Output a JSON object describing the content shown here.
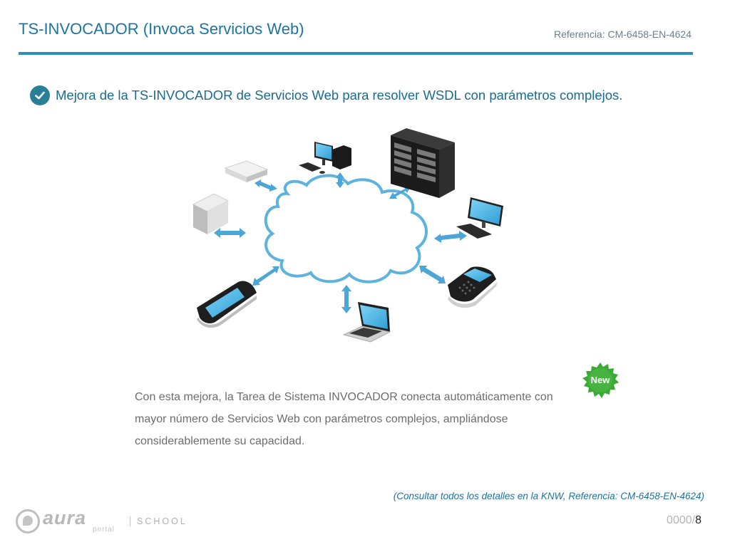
{
  "header": {
    "title": "TS-INVOCADOR (Invoca Servicios Web)",
    "reference": "Referencia: CM-6458-EN-4624"
  },
  "bullet": {
    "icon": "check-circle-icon",
    "text": "Mejora de la TS-INVOCADOR de Servicios Web para resolver WSDL con parámetros complejos."
  },
  "diagram": {
    "center": "cloud",
    "devices": [
      "router",
      "desktop-computer",
      "server-rack",
      "monitor-keyboard",
      "nas-box",
      "smartphone",
      "laptop",
      "blackberry-phone"
    ]
  },
  "badge": {
    "text": "New"
  },
  "body": {
    "lines": [
      "Con esta mejora, la Tarea de Sistema INVOCADOR conecta automáticamente con",
      "mayor número de Servicios Web con parámetros complejos, ampliándose",
      "considerablemente su capacidad."
    ]
  },
  "footer": {
    "knw_note": "(Consultar todos los detalles en la KNW, Referencia: CM-6458-EN-4624)",
    "logo_name": "aura",
    "logo_sub": "portal",
    "logo_school": "SCHOOL",
    "page_total": "0000/",
    "page_current": "8"
  },
  "colors": {
    "title": "#1d74a0",
    "rule": "#2f8fb8",
    "check": "#2a7f97",
    "arrow": "#4ca6d6",
    "badge": "#3aaa35"
  }
}
